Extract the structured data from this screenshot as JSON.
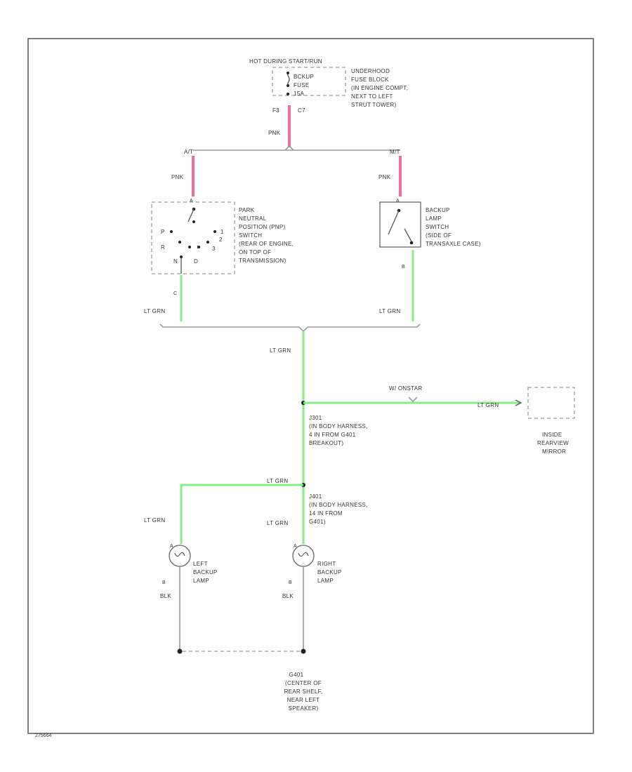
{
  "colors": {
    "pink_wire": "#f06e9a",
    "green_wire": "#86ee86",
    "black_wire": "#9a9a9a"
  },
  "diagram": {
    "hot_label": "HOT DURING START/RUN",
    "fuse": {
      "lines": [
        "BCKUP",
        "FUSE",
        "15A"
      ],
      "pin_left": "F3",
      "pin_right": "C7",
      "location": [
        "UNDERHOOD",
        "FUSE BLOCK",
        "(IN ENGINE COMPT,",
        "NEXT TO LEFT",
        "STRUT TOWER)"
      ]
    },
    "wire_pnk": "PNK",
    "branch_left": "A/T",
    "branch_right": "M/T",
    "pnp_switch": {
      "pin_top": "A",
      "pin_bottom": "C",
      "positions": [
        "P",
        "R",
        "N",
        "D",
        "3",
        "2",
        "1"
      ],
      "label": [
        "PARK",
        "NEUTRAL",
        "POSITION (PNP)",
        "SWITCH",
        "(REAR OF ENGINE,",
        "ON TOP OF",
        "TRANSMISSION)"
      ]
    },
    "backup_switch": {
      "pin_top": "A",
      "pin_bottom": "B",
      "label": [
        "BACKUP",
        "LAMP",
        "SWITCH",
        "(SIDE OF",
        "TRANSAXLE CASE)"
      ]
    },
    "wire_lt_grn": "LT GRN",
    "w_onstar": "W/ ONSTAR",
    "mirror_label": [
      "INSIDE",
      "REARVIEW",
      "MIRROR"
    ],
    "splice_upper": [
      "J301",
      "(IN BODY HARNESS,",
      "4 IN FROM G401",
      "BREAKOUT)"
    ],
    "splice_lower": [
      "J401",
      "(IN BODY HARNESS,",
      "14 IN FROM",
      "G401)"
    ],
    "left_lamp": {
      "pin_top": "A",
      "pin_bottom": "B",
      "label": [
        "LEFT",
        "BACKUP",
        "LAMP"
      ]
    },
    "right_lamp": {
      "pin_top": "A",
      "pin_bottom": "B",
      "label": [
        "RIGHT",
        "BACKUP",
        "LAMP"
      ]
    },
    "wire_blk": "BLK",
    "ground": [
      "G401",
      "(CENTER OF",
      "REAR SHELF,",
      "NEAR LEFT",
      "SPEAKER)"
    ],
    "figure_id": "275664"
  }
}
